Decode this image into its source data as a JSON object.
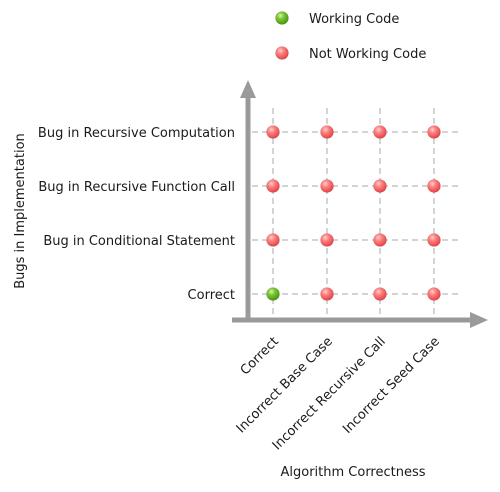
{
  "chart_data": {
    "type": "scatter",
    "xlabel": "Algorithm Correctness",
    "ylabel": "Bugs in Implementation",
    "x_categories": [
      "Correct",
      "Incorrect Base Case",
      "Incorrect Recursive Call",
      "Incorrect Seed Case"
    ],
    "y_categories": [
      "Correct",
      "Bug in Conditional Statement",
      "Bug in Recursive Function Call",
      "Bug in Recursive Computation"
    ],
    "grid": true,
    "legend_position": "top-right",
    "legend": [
      {
        "name": "Working Code",
        "color": "#5fb21c"
      },
      {
        "name": "Not Working Code",
        "color": "#f46a6a"
      }
    ],
    "points": [
      {
        "x": "Correct",
        "y": "Correct",
        "series": "Working Code"
      },
      {
        "x": "Incorrect Base Case",
        "y": "Correct",
        "series": "Not Working Code"
      },
      {
        "x": "Incorrect Recursive Call",
        "y": "Correct",
        "series": "Not Working Code"
      },
      {
        "x": "Incorrect Seed Case",
        "y": "Correct",
        "series": "Not Working Code"
      },
      {
        "x": "Correct",
        "y": "Bug in Conditional Statement",
        "series": "Not Working Code"
      },
      {
        "x": "Incorrect Base Case",
        "y": "Bug in Conditional Statement",
        "series": "Not Working Code"
      },
      {
        "x": "Incorrect Recursive Call",
        "y": "Bug in Conditional Statement",
        "series": "Not Working Code"
      },
      {
        "x": "Incorrect Seed Case",
        "y": "Bug in Conditional Statement",
        "series": "Not Working Code"
      },
      {
        "x": "Correct",
        "y": "Bug in Recursive Function Call",
        "series": "Not Working Code"
      },
      {
        "x": "Incorrect Base Case",
        "y": "Bug in Recursive Function Call",
        "series": "Not Working Code"
      },
      {
        "x": "Incorrect Recursive Call",
        "y": "Bug in Recursive Function Call",
        "series": "Not Working Code"
      },
      {
        "x": "Incorrect Seed Case",
        "y": "Bug in Recursive Function Call",
        "series": "Not Working Code"
      },
      {
        "x": "Correct",
        "y": "Bug in Recursive Computation",
        "series": "Not Working Code"
      },
      {
        "x": "Incorrect Base Case",
        "y": "Bug in Recursive Computation",
        "series": "Not Working Code"
      },
      {
        "x": "Incorrect Recursive Call",
        "y": "Bug in Recursive Computation",
        "series": "Not Working Code"
      },
      {
        "x": "Incorrect Seed Case",
        "y": "Bug in Recursive Computation",
        "series": "Not Working Code"
      }
    ]
  }
}
